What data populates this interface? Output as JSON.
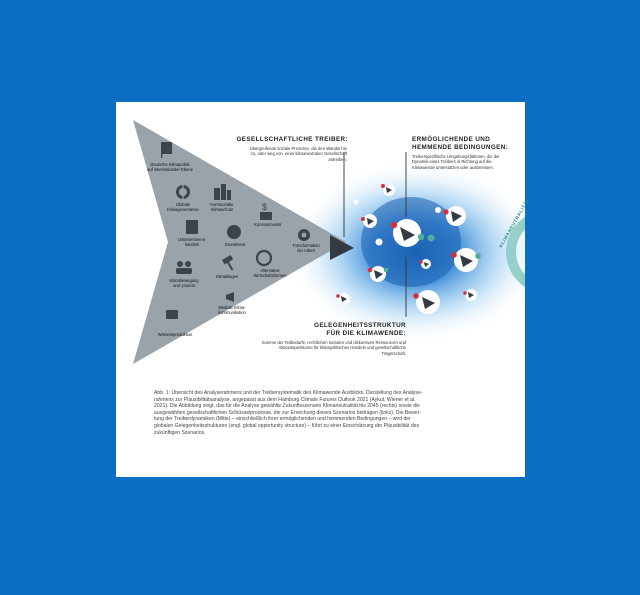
{
  "figure": {
    "header_treiber": "GESELLSCHAFTLICHE TREIBER:",
    "text_treiber": "Übergreifende soziale Prozesse, die den Wandel hin zu, oder weg von, einer klimaneutralen Gesellschaft antreiben.",
    "header_bedingungen_1": "ERMÖGLICHENDE UND",
    "header_bedingungen_2": "HEMMENDE BEDINGUNGEN:",
    "text_bedingungen": "Treiberspezifische Umgebungsfaktoren, die die Dynamik eines Treibers in Richtung auf die Klimawende unterstützen oder ausbremsen.",
    "header_gelegenheit_1": "GELEGENHEITSSTRUKTUR",
    "header_gelegenheit_2": "FÜR DIE KLIMAWENDE:",
    "text_gelegenheit": "Summe der Teilbedarfe, rechtlichen sozialen und diskursiven Ressourcen und Aktionsspielräume für klimapolitisches Handeln und gesellschaftliche Trägerschaft.",
    "plausibility_label": "KLIMANEUTRALITÄT",
    "drivers": [
      {
        "id": "politik",
        "label": "Deutsche Klimapolitik\nauf internationaler Ebene",
        "icon": "flag-icon"
      },
      {
        "id": "governance",
        "label": "Globale\nKlimagovernance",
        "icon": "globe-icon"
      },
      {
        "id": "kommunal",
        "label": "Kommunaler\nKlimaschutz",
        "icon": "city-icon"
      },
      {
        "id": "unternehmen",
        "label": "Unternehmens-\nhandeln",
        "icon": "building-icon"
      },
      {
        "id": "konsum",
        "label": "Konsummuster",
        "icon": "money-icon"
      },
      {
        "id": "divestment",
        "label": "Divestment",
        "icon": "coins-icon"
      },
      {
        "id": "arbeit",
        "label": "Transformation\nder Arbeit",
        "icon": "gear-icon"
      },
      {
        "id": "bewegung",
        "label": "Klimabewegung\nund -protest",
        "icon": "people-icon"
      },
      {
        "id": "klagen",
        "label": "Klimaklagen",
        "icon": "gavel-icon"
      },
      {
        "id": "wirtschaft",
        "label": "Alternative\nWirtschaftsformen",
        "icon": "cycle-icon"
      },
      {
        "id": "medien",
        "label": "Mediale Klima-\nkommunikation",
        "icon": "megaphone-icon"
      },
      {
        "id": "wissen",
        "label": "Wissensproduktion",
        "icon": "research-icon"
      }
    ],
    "colors": {
      "triangle": "#9aa2aa",
      "icon": "#3e4349",
      "blue": "#1c6fc1",
      "green": "#4fae9b",
      "red": "#d7303a",
      "arrow": "#333a42"
    }
  },
  "caption": [
    "Abb. 1: Übersicht des Analyserahmens und der Treibersystematik des Klimawende Ausblicks. Darstellung des Analyse-",
    "rahmens zur Plausibilitätsanalyse, angepasst aus dem Hamburg Climate Futures Outlook 2021 (Aykut, Wiener et al.",
    "2021). Die Abbildung zeigt, das für die Analyse gewählte Zukunftsszenario Klimaneutralität bis 2045 (rechts) sowie die",
    "ausgewählten gesellschaftlichen Schlüsselprozesse, die zur Erreichung dieses Szenarios beitragen (links). Die Bewer-",
    "tung der Treiberdynamiken (Mitte) – einschließlich ihrer ermöglichenden und hemmenden Bedingungen – wird der",
    "globalen Gelegenheitsstrukturen (engl. global opportunity structure) – führt zu einer Einschätzung der Plausibilität des",
    "zukünftigen Szenarios."
  ]
}
